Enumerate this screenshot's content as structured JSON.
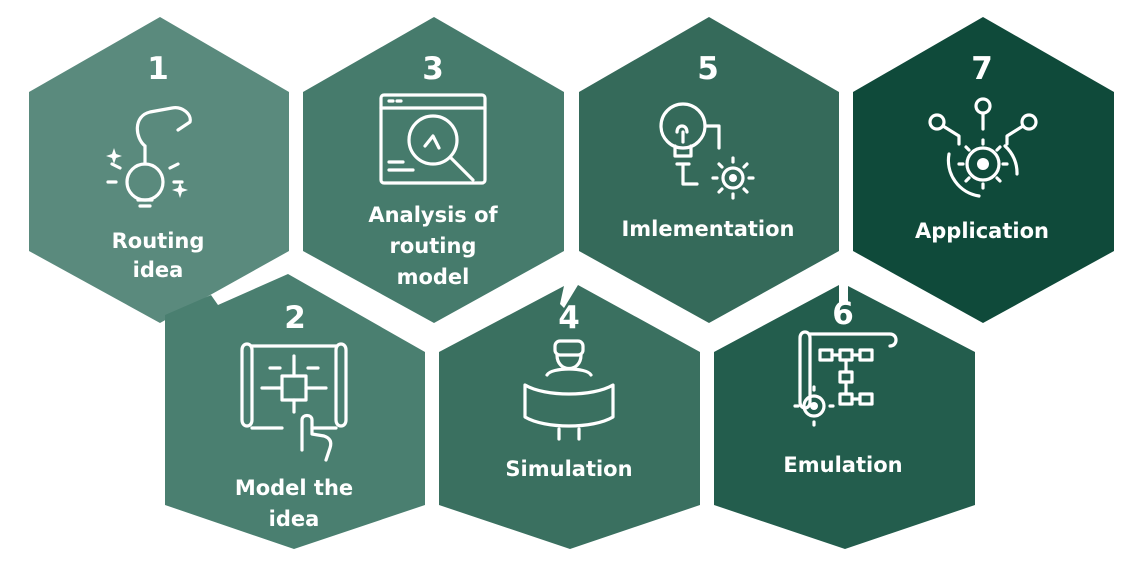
{
  "steps": [
    {
      "number": "1",
      "label_lines": [
        "Routing",
        "idea"
      ],
      "icon": "hand-lightbulb-icon",
      "color": "#5a8a7d"
    },
    {
      "number": "2",
      "label_lines": [
        "Model the",
        "idea"
      ],
      "icon": "blueprint-hand-icon",
      "color": "#4a7f70"
    },
    {
      "number": "3",
      "label_lines": [
        "Analysis of",
        "routing",
        "model"
      ],
      "icon": "browser-magnifier-icon",
      "color": "#467b6c"
    },
    {
      "number": "4",
      "label_lines": [
        "Simulation"
      ],
      "icon": "vr-user-icon",
      "color": "#3a7060"
    },
    {
      "number": "5",
      "label_lines": [
        "Imlementation"
      ],
      "icon": "bulb-gear-icon",
      "color": "#356a5a"
    },
    {
      "number": "6",
      "label_lines": [
        "Emulation"
      ],
      "icon": "flowchart-gear-icon",
      "color": "#235d4d"
    },
    {
      "number": "7",
      "label_lines": [
        "Application"
      ],
      "icon": "gear-network-icon",
      "color": "#0f4a3a"
    }
  ]
}
